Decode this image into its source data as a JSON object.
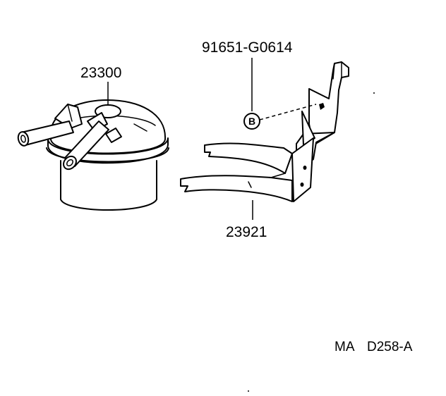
{
  "callouts": {
    "fuel_filter_part_no": "23300",
    "bolt_part_no": "91651-G0614",
    "clamp_part_no": "23921",
    "bolt_ref_letter": "B"
  },
  "figure_code": {
    "prefix": "MA",
    "number": "D258-A"
  }
}
